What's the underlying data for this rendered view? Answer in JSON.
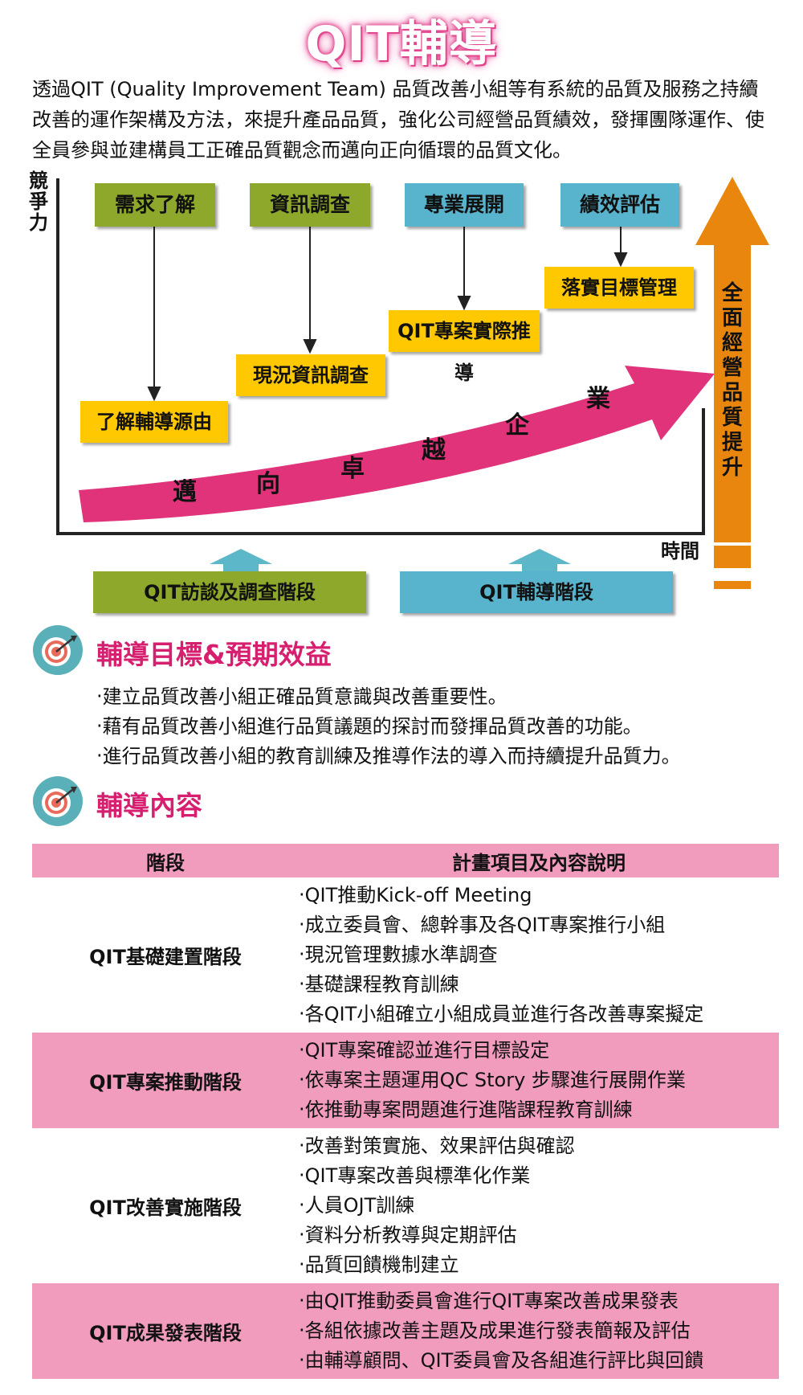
{
  "title": "QIT輔導",
  "intro": "透過QIT (Quality Improvement Team) 品質改善小組等有系統的品質及服務之持續改善的運作架構及方法，來提升產品品質，強化公司經營品質績效，發揮團隊運作、使全員參與並建構員工正確品質觀念而邁向正向循環的品質文化。",
  "diagram": {
    "y_axis_label": [
      "競",
      "爭",
      "力"
    ],
    "x_axis_label": "時間",
    "stages": [
      "需求了解",
      "資訊調查",
      "專業展開",
      "績效評估"
    ],
    "tasks": [
      "了解輔導源由",
      "現況資訊調查",
      "QIT專案實際推導",
      "落實目標管理"
    ],
    "curve_text": [
      "邁",
      "向",
      "卓",
      "越",
      "企",
      "業"
    ],
    "right_label": [
      "全",
      "面",
      "經",
      "營",
      "品",
      "質",
      "提",
      "升"
    ],
    "phases": [
      "QIT訪談及調查階段",
      "QIT輔導階段"
    ],
    "colors": {
      "curve": "#e0337a",
      "orange": "#e8860e",
      "yellow": "#ffc800",
      "green": "#8ea82b",
      "blue": "#58b3cc",
      "phase_arrow": "#5cb8c8"
    }
  },
  "section1": {
    "title": "輔導目標&預期效益",
    "bullets": [
      "‧建立品質改善小組正確品質意識與改善重要性。",
      "‧藉有品質改善小組進行品質議題的探討而發揮品質改善的功能。",
      "‧進行品質改善小組的教育訓練及推導作法的導入而持續提升品質力。"
    ]
  },
  "section2": {
    "title": "輔導內容"
  },
  "table": {
    "headers": [
      "階段",
      "計畫項目及內容說明"
    ],
    "rows": [
      {
        "stage": "QIT基礎建置階段",
        "items": [
          "‧QIT推動Kick-off Meeting",
          "‧成立委員會、總幹事及各QIT專案推行小組",
          "‧現況管理數據水準調查",
          "‧基礎課程教育訓練",
          "‧各QIT小組確立小組成員並進行各改善專案擬定"
        ]
      },
      {
        "stage": "QIT專案推動階段",
        "items": [
          "‧QIT專案確認並進行目標設定",
          "‧依專案主題運用QC Story 步驟進行展開作業",
          "‧依推動專案問題進行進階課程教育訓練"
        ]
      },
      {
        "stage": "QIT改善實施階段",
        "items": [
          "‧改善對策實施、效果評估與確認",
          "‧QIT專案改善與標準化作業",
          "‧人員OJT訓練",
          "‧資料分析教導與定期評估",
          "‧品質回饋機制建立"
        ]
      },
      {
        "stage": "QIT成果發表階段",
        "items": [
          "‧由QIT推動委員會進行QIT專案改善成果發表",
          "‧各組依據改善主題及成果進行發表簡報及評估",
          "‧由輔導顧問、QIT委員會及各組進行評比與回饋"
        ]
      }
    ]
  }
}
